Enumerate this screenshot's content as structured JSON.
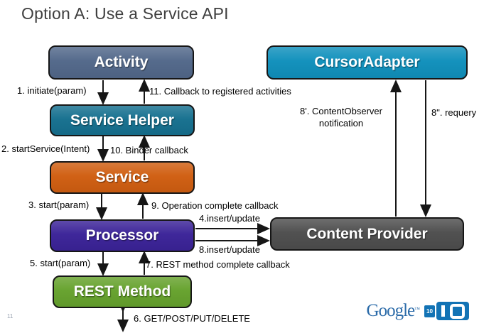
{
  "title": "Option A: Use a Service API",
  "page_number": "11",
  "nodes": {
    "activity": {
      "label": "Activity",
      "color": "#52688A"
    },
    "cursor_adapter": {
      "label": "CursorAdapter",
      "color": "#1090BC"
    },
    "service_helper": {
      "label": "Service Helper",
      "color": "#16708F"
    },
    "service": {
      "label": "Service",
      "color": "#D05E11"
    },
    "processor": {
      "label": "Processor",
      "color": "#3B2398"
    },
    "content_provider": {
      "label": "Content Provider",
      "color": "#4E4E4E"
    },
    "rest_method": {
      "label": "REST Method",
      "color": "#66A22D"
    }
  },
  "edges": {
    "initiate": {
      "label": "1. initiate(param)",
      "from": "Activity",
      "to": "Service Helper"
    },
    "callback_activities": {
      "label": "11. Callback to registered activities",
      "from": "Service Helper",
      "to": "Activity"
    },
    "start_service": {
      "label": "2. startService(Intent)",
      "from": "Service Helper",
      "to": "Service"
    },
    "binder_callback": {
      "label": "10. Binder callback",
      "from": "Service",
      "to": "Service Helper"
    },
    "start_3": {
      "label": "3. start(param)",
      "from": "Service",
      "to": "Processor"
    },
    "operation_complete": {
      "label": "9. Operation complete callback",
      "from": "Processor",
      "to": "Service"
    },
    "insert_update_4": {
      "label": "4.insert/update",
      "from": "Processor",
      "to": "Content Provider"
    },
    "insert_update_8": {
      "label": "8.insert/update",
      "from": "Processor",
      "to": "Content Provider"
    },
    "start_5": {
      "label": "5. start(param)",
      "from": "Processor",
      "to": "REST Method"
    },
    "rest_complete": {
      "label": "7. REST method complete callback",
      "from": "REST Method",
      "to": "Processor"
    },
    "http_methods": {
      "label": "6. GET/POST/PUT/DELETE",
      "from": "REST Method",
      "to": "network"
    },
    "content_observer": {
      "label_line1": "8'. ContentObserver",
      "label_line2": "notification",
      "from": "Content Provider",
      "to": "CursorAdapter"
    },
    "requery": {
      "label": "8\". requery",
      "from": "CursorAdapter",
      "to": "Content Provider"
    }
  },
  "logo": {
    "brand": "Google",
    "trademark": "™",
    "event_year": "10",
    "event_name": "IO"
  }
}
